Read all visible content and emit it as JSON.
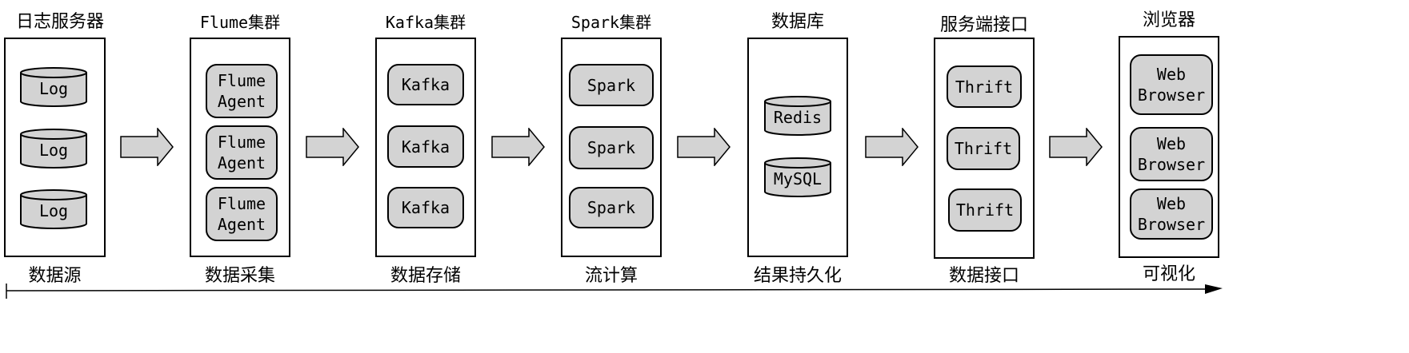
{
  "stages": [
    {
      "title": "日志服务器",
      "caption": "数据源",
      "items": [
        "Log",
        "Log",
        "Log"
      ]
    },
    {
      "title": "Flume集群",
      "caption": "数据采集",
      "items": [
        "Flume\nAgent",
        "Flume\nAgent",
        "Flume\nAgent"
      ]
    },
    {
      "title": "Kafka集群",
      "caption": "数据存储",
      "items": [
        "Kafka",
        "Kafka",
        "Kafka"
      ]
    },
    {
      "title": "Spark集群",
      "caption": "流计算",
      "items": [
        "Spark",
        "Spark",
        "Spark"
      ]
    },
    {
      "title": "数据库",
      "caption": "结果持久化",
      "items": [
        "Redis",
        "MySQL"
      ]
    },
    {
      "title": "服务端接口",
      "caption": "数据接口",
      "items": [
        "Thrift",
        "Thrift",
        "Thrift"
      ]
    },
    {
      "title": "浏览器",
      "caption": "可视化",
      "items": [
        "Web\nBrowser",
        "Web\nBrowser",
        "Web\nBrowser"
      ]
    }
  ],
  "colors": {
    "node_fill": "#d3d3d3",
    "stroke": "#000000",
    "background": "#ffffff"
  }
}
